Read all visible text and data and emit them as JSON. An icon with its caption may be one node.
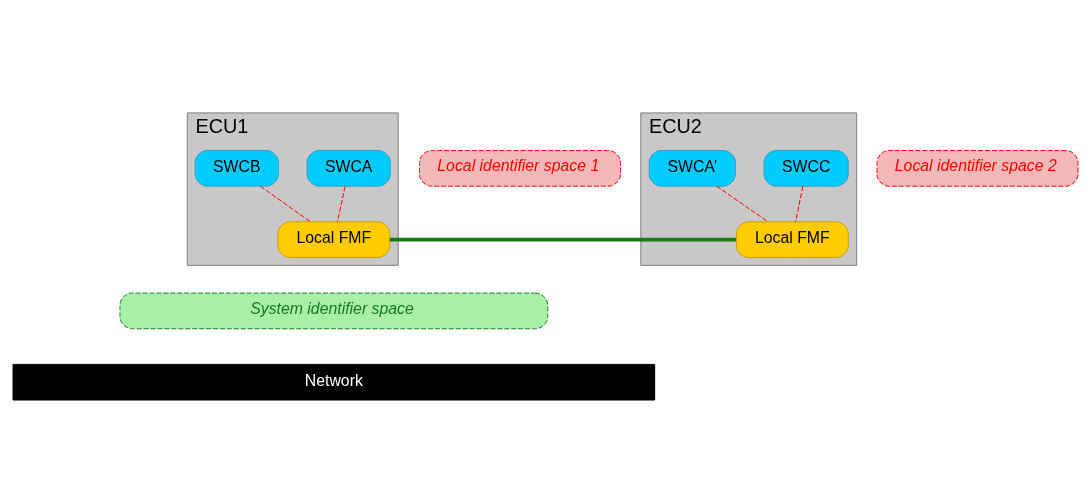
{
  "diagram": {
    "nodes": [
      {
        "text": [
          "ECU1"
        ]
      },
      {
        "text": [
          "SWCA"
        ],
        "in": 0
      },
      {
        "text": [
          "SWCB"
        ],
        "in": 0
      },
      {
        "text": [
          "Local FMF"
        ],
        "in": 0
      },
      {
        "text": [
          "ECU2"
        ]
      },
      {
        "text": [
          "SWCC"
        ],
        "in": 4
      },
      {
        "text": [
          "SWCA’"
        ],
        "in": 4
      },
      {
        "text": [
          "Local FMF"
        ],
        "in": 4
      },
      {
        "text": [
          "Local identifier space 1"
        ]
      },
      {
        "text": [
          "Local identifier space 2"
        ]
      },
      {
        "text": [
          "System identifier space"
        ]
      },
      {
        "text": [
          "Network"
        ]
      }
    ],
    "edges": [
      {
        "from": 1,
        "to": 3,
        "arrow": "none",
        "style": "dashed",
        "color": "#ff0000"
      },
      {
        "from": 2,
        "to": 3,
        "arrow": "none",
        "style": "dashed",
        "color": "#ff0000"
      },
      {
        "from": 5,
        "to": 7,
        "arrow": "none",
        "style": "dashed",
        "color": "#ff0000"
      },
      {
        "from": 6,
        "to": 7,
        "arrow": "none",
        "style": "dashed",
        "color": "#ff0000"
      },
      {
        "from": 3,
        "to": 7,
        "arrow": "none",
        "style": "thick",
        "color": "#1a7a1a"
      }
    ]
  }
}
